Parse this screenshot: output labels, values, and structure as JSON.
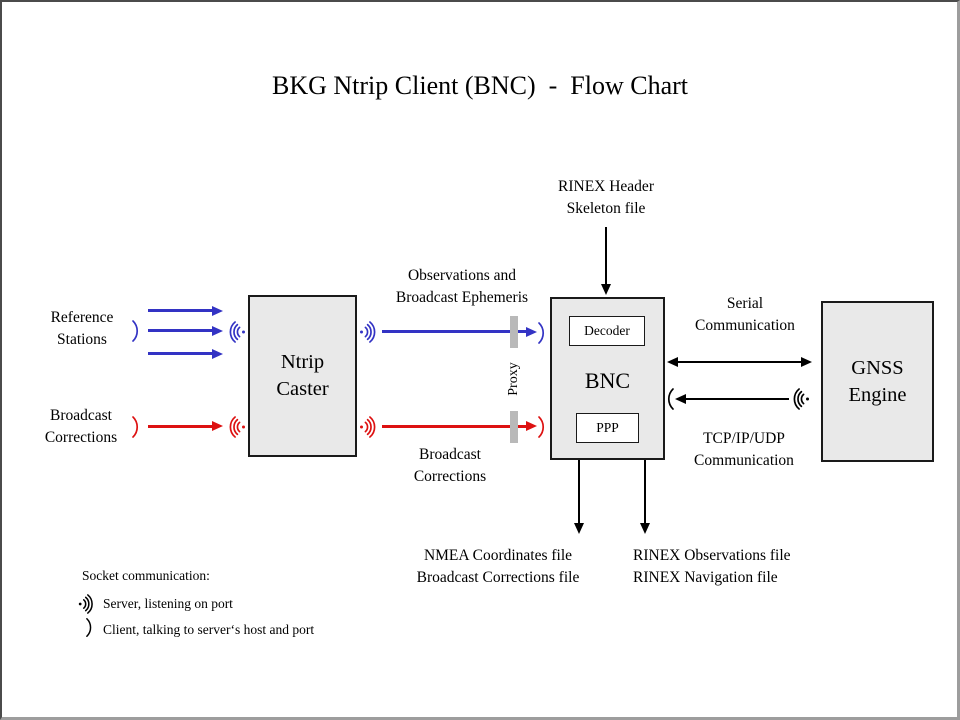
{
  "title": "BKG Ntrip Client (BNC)  -  Flow Chart",
  "nodes": {
    "ntrip_caster": {
      "line1": "Ntrip",
      "line2": "Caster"
    },
    "bnc": {
      "label": "BNC",
      "decoder": "Decoder",
      "ppp": "PPP"
    },
    "gnss_engine": {
      "line1": "GNSS",
      "line2": "Engine"
    }
  },
  "inputs": {
    "reference_stations": {
      "line1": "Reference",
      "line2": "Stations"
    },
    "broadcast_corrections": {
      "line1": "Broadcast",
      "line2": "Corrections"
    }
  },
  "flows": {
    "observations": {
      "line1": "Observations and",
      "line2": "Broadcast Ephemeris"
    },
    "broadcast_corrections": {
      "line1": "Broadcast",
      "line2": "Corrections"
    },
    "rinex_header": {
      "line1": "RINEX Header",
      "line2": "Skeleton file"
    },
    "serial": {
      "line1": "Serial",
      "line2": "Communication"
    },
    "tcp": {
      "line1": "TCP/IP/UDP",
      "line2": "Communication"
    },
    "proxy": "Proxy"
  },
  "outputs": {
    "nmea": {
      "line1": "NMEA Coordinates file",
      "line2": "Broadcast Corrections file"
    },
    "rinex": {
      "line1": "RINEX Observations file",
      "line2": "RINEX Navigation file"
    }
  },
  "legend": {
    "title": "Socket communication:",
    "server": "Server, listening  on port",
    "client": "Client, talking to server‘s host and port"
  },
  "colors": {
    "blue": "#3333c4",
    "red": "#dd1111",
    "box_fill": "#e9e9e9",
    "proxy_bar": "#b9b9b9"
  }
}
